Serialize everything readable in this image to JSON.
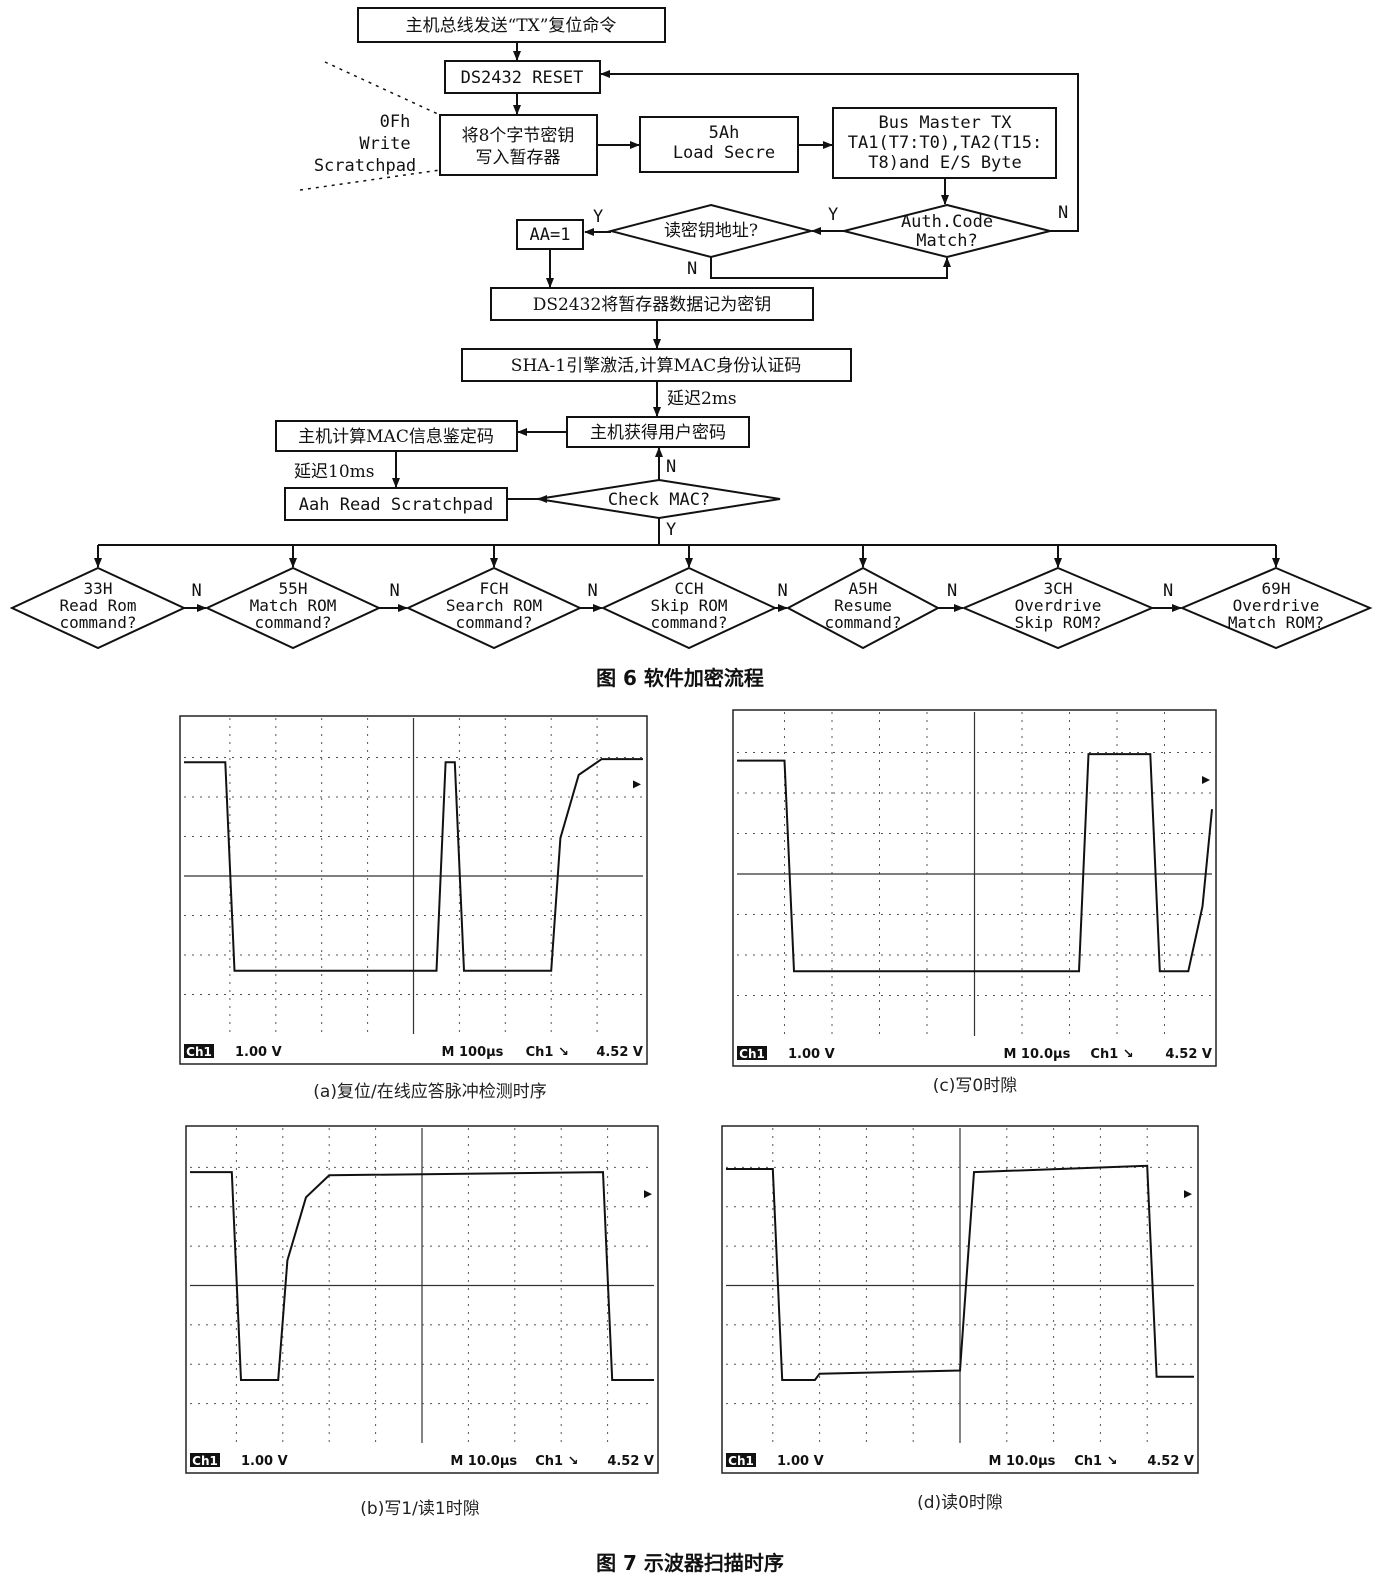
{
  "flowchart": {
    "caption": "图 6  软件加密流程",
    "start": "主机总线发送“TX”复位命令",
    "reset": "DS2432 RESET",
    "write_side_label": [
      "0Fh",
      "Write",
      "Scratchpad"
    ],
    "write_secret": [
      "将8个字节密钥",
      "写入暂存器"
    ],
    "load_secret": [
      "5Ah",
      "Load Secre"
    ],
    "bus_master_tx": [
      "Bus Master TX",
      "TA1(T7:T0),TA2(T15:",
      "T8)and E/S Byte"
    ],
    "auth_code": [
      "Auth.Code",
      "Match?"
    ],
    "read_key_addr": "读密钥地址?",
    "aa": "AA=1",
    "store_key": "DS2432将暂存器数据记为密钥",
    "sha1": "SHA-1引擎激活,计算MAC身份认证码",
    "delay_2ms": "延迟2ms",
    "host_get_key": "主机获得用户密码",
    "host_calc_mac": "主机计算MAC信息鉴定码",
    "delay_10ms": "延迟10ms",
    "read_scratchpad": "Aah Read Scratchpad",
    "check_mac": "Check MAC?",
    "yes": "Y",
    "no": "N",
    "rom_commands": [
      [
        "33H",
        "Read Rom",
        "command?"
      ],
      [
        "55H",
        "Match ROM",
        "command?"
      ],
      [
        "FCH",
        "Search ROM",
        "command?"
      ],
      [
        "CCH",
        "Skip ROM",
        "command?"
      ],
      [
        "A5H",
        "Resume",
        "command?"
      ],
      [
        "3CH",
        "Overdrive",
        "Skip ROM?"
      ],
      [
        "69H",
        "Overdrive",
        "Match ROM?"
      ]
    ]
  },
  "figure7": {
    "caption": "图 7  示波器扫描时序",
    "scopes": [
      {
        "id": "a",
        "caption": "(a)复位/在线应答脉冲检测时序",
        "ch": "Ch1",
        "volts": "1.00 V",
        "timebase": "M 100μs",
        "trig": "Ch1 ↘",
        "level": "4.52 V"
      },
      {
        "id": "c",
        "caption": "(c)写0时隙",
        "ch": "Ch1",
        "volts": "1.00 V",
        "timebase": "M 10.0μs",
        "trig": "Ch1 ↘",
        "level": "4.52 V"
      },
      {
        "id": "b",
        "caption": "(b)写1/读1时隙",
        "ch": "Ch1",
        "volts": "1.00 V",
        "timebase": "M 10.0μs",
        "trig": "Ch1 ↘",
        "level": "4.52 V"
      },
      {
        "id": "d",
        "caption": "(d)读0时隙",
        "ch": "Ch1",
        "volts": "1.00 V",
        "timebase": "M 10.0μs",
        "trig": "Ch1 ↘",
        "level": "4.52 V"
      }
    ]
  }
}
